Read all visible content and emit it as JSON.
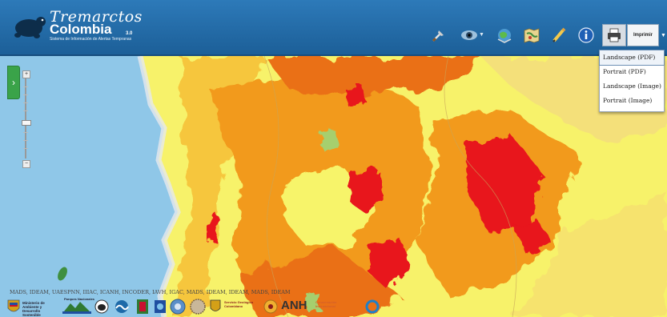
{
  "app": {
    "title_script": "Tremarctos",
    "title_main": "Colombia",
    "subtitle": "Sistema de Información de Alertas Tempranas",
    "version": "3.0"
  },
  "toolbar": {
    "print_label": "Imprimir",
    "icons": [
      "tools-icon",
      "eye-icon",
      "globe-layers-icon",
      "map-icon",
      "pencil-measure-icon",
      "info-icon",
      "printer-icon"
    ]
  },
  "print_menu": {
    "items": [
      "Landscape (PDF)",
      "Portrait (PDF)",
      "Landscape (Image)",
      "Portrait (Image)"
    ],
    "selected": "Landscape (PDF)"
  },
  "map": {
    "attribution": "MADS, IDEAM, UAESPNN, IIIAC, ICANH, INCODER, IAVH, IGAC, MADS, IDEAM, IDEAM, MADS, IDEAM",
    "colors": {
      "ocean": "#8fc7e8",
      "low": "#f7f46a",
      "medium": "#f6c63c",
      "high": "#f29a1e",
      "very_high": "#ea7018",
      "critical": "#e8121c",
      "forest": "#a6cf6e"
    }
  },
  "footer": {
    "logos": {
      "ministerio": "Ministerio de Ambiente y Desarrollo Sostenible",
      "parques": "Parques Nacionales",
      "servicio": "Servicio Geológico Colombiano",
      "anh": "ANH",
      "conservacion": "Conservación Internacional"
    }
  }
}
